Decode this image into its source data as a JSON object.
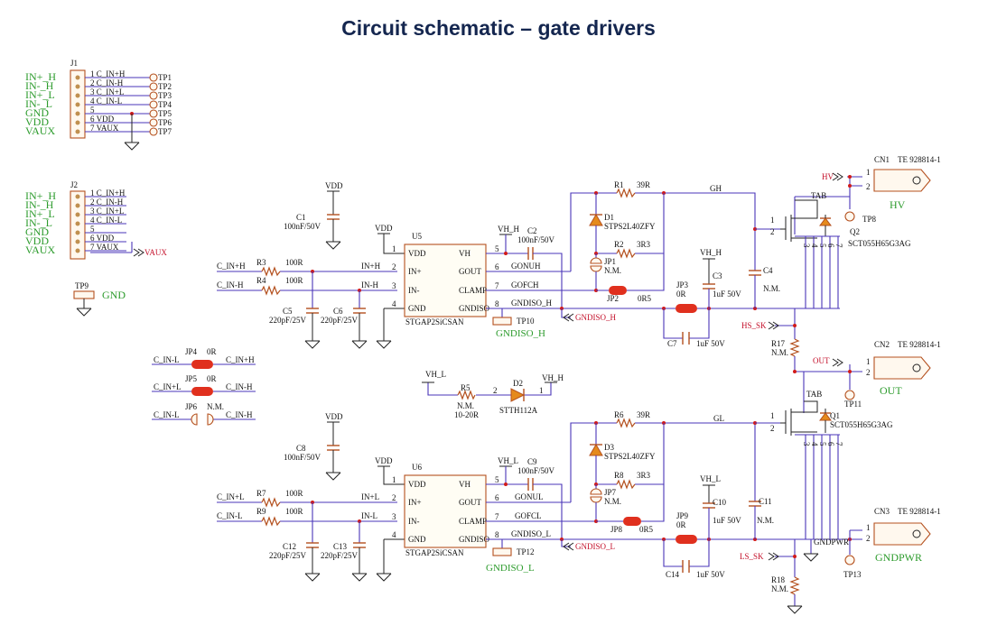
{
  "title": "Circuit schematic – gate drivers",
  "j1": {
    "ref": "J1",
    "left_labels": [
      "IN+_H",
      "IN-_H",
      "IN+_L",
      "IN-_L",
      "GND",
      "VDD",
      "VAUX"
    ],
    "pin_labels": [
      "1  C_IN+H",
      "2  C_IN-H",
      "3  C_IN+L",
      "4  C_IN-L",
      "5",
      "6  VDD",
      "7  VAUX"
    ],
    "test_points": [
      "TP1",
      "TP2",
      "TP3",
      "TP4",
      "TP5",
      "TP6",
      "TP7"
    ]
  },
  "j2": {
    "ref": "J2",
    "left_labels": [
      "IN+_H",
      "IN-_H",
      "IN+_L",
      "IN-_L",
      "GND",
      "VDD",
      "VAUX"
    ],
    "pin_labels": [
      "1  C_IN+H",
      "2  C_IN-H",
      "3  C_IN+L",
      "4  C_IN-L",
      "5",
      "6  VDD",
      "7  VAUX"
    ],
    "vaux_flag": "VAUX"
  },
  "tp9": {
    "ref": "TP9",
    "net": "GND"
  },
  "jumpers": [
    {
      "ref": "JP4",
      "value": "0R",
      "left": "C_IN-L",
      "right": "C_IN+H"
    },
    {
      "ref": "JP5",
      "value": "0R",
      "left": "C_IN+L",
      "right": "C_IN-H"
    },
    {
      "ref": "JP6",
      "value": "N.M.",
      "left": "C_IN-L",
      "right": "C_IN-H"
    }
  ],
  "high_side": {
    "vdd1": "VDD",
    "vdd2": "VDD",
    "c1": [
      "C1",
      "100nF/50V"
    ],
    "r3": [
      "R3",
      "100R"
    ],
    "r4": [
      "R4",
      "100R"
    ],
    "in_p": "C_IN+H",
    "in_n": "C_IN-H",
    "net_p": "IN+H",
    "net_n": "IN-H",
    "c5": [
      "C5",
      "220pF/25V"
    ],
    "c6": [
      "C6",
      "220pF/25V"
    ],
    "u": "U5",
    "part": "STGAP2SiCSAN",
    "pins_left": [
      "VDD",
      "IN+",
      "IN-",
      "GND"
    ],
    "pins_left_num": [
      "1",
      "2",
      "3",
      "4"
    ],
    "pins_right": [
      "VH",
      "GOUT",
      "CLAMP",
      "GNDISO"
    ],
    "pins_right_num": [
      "5",
      "6",
      "7",
      "8"
    ],
    "vh": "VH_H",
    "c2": [
      "C2",
      "100nF/50V"
    ],
    "nets": [
      "GONUH",
      "GOFCH",
      "GNDISO_H"
    ],
    "tp": "TP10",
    "tp_label": "GNDISO_H",
    "flag": "GNDISO_H",
    "r1": [
      "R1",
      "39R"
    ],
    "r2": [
      "R2",
      "3R3"
    ],
    "d1": [
      "D1",
      "STPS2L40ZFY"
    ],
    "jp1": [
      "JP1",
      "N.M."
    ],
    "jp2": [
      "JP2",
      "0R5"
    ],
    "jp3": [
      "JP3",
      "0R"
    ],
    "gate": "GH",
    "c3": [
      "C3",
      "1uF 50V"
    ],
    "vh2": "VH_H",
    "c4": [
      "C4",
      "N.M."
    ],
    "c7": [
      "C7",
      "1uF 50V"
    ],
    "sk": "HS_SK",
    "q": [
      "Q2",
      "SCT055H65G3AG"
    ],
    "tab": "TAB",
    "r17": [
      "R17",
      "N.M."
    ],
    "cn": [
      "CN1",
      "TE 928814-1"
    ],
    "cn_net": "HV",
    "tp_cn": "TP8",
    "hv_flag": "HV",
    "out_flag": "OUT",
    "cn_out": [
      "CN2",
      "TE 928814-1"
    ],
    "out_label": "OUT",
    "tp_out": "TP11"
  },
  "bootstrap": {
    "vhl": "VH_L",
    "vhh": "VH_H",
    "r5": [
      "R5",
      "N.M.",
      "10-20R"
    ],
    "d2": [
      "D2",
      "STTH112A"
    ]
  },
  "low_side": {
    "vdd1": "VDD",
    "vdd2": "VDD",
    "c8": [
      "C8",
      "100nF/50V"
    ],
    "r7": [
      "R7",
      "100R"
    ],
    "r9": [
      "R9",
      "100R"
    ],
    "in_p": "C_IN+L",
    "in_n": "C_IN-L",
    "net_p": "IN+L",
    "net_n": "IN-L",
    "c12": [
      "C12",
      "220pF/25V"
    ],
    "c13": [
      "C13",
      "220pF/25V"
    ],
    "u": "U6",
    "part": "STGAP2SiCSAN",
    "vh": "VH_L",
    "c9": [
      "C9",
      "100nF/50V"
    ],
    "nets": [
      "GONUL",
      "GOFCL",
      "GNDISO_L"
    ],
    "tp": "TP12",
    "tp_label": "GNDISO_L",
    "flag": "GNDISO_L",
    "r6": [
      "R6",
      "39R"
    ],
    "r8": [
      "R8",
      "3R3"
    ],
    "d3": [
      "D3",
      "STPS2L40ZFY"
    ],
    "jp7": [
      "JP7",
      "N.M."
    ],
    "jp8": [
      "JP8",
      "0R5"
    ],
    "jp9": [
      "JP9",
      "0R"
    ],
    "gate": "GL",
    "c10": [
      "C10",
      "1uF 50V"
    ],
    "vh2": "VH_L",
    "c11": [
      "C11",
      "N.M."
    ],
    "c14": [
      "C14",
      "1uF 50V"
    ],
    "sk": "LS_SK",
    "q": [
      "Q1",
      "SCT055H65G3AG"
    ],
    "tab": "TAB",
    "r18": [
      "R18",
      "N.M."
    ],
    "gndpwr": "GNDPWR",
    "cn": [
      "CN3",
      "TE 928814-1"
    ],
    "cn_label": "GNDPWR",
    "tp_cn": "TP13"
  }
}
